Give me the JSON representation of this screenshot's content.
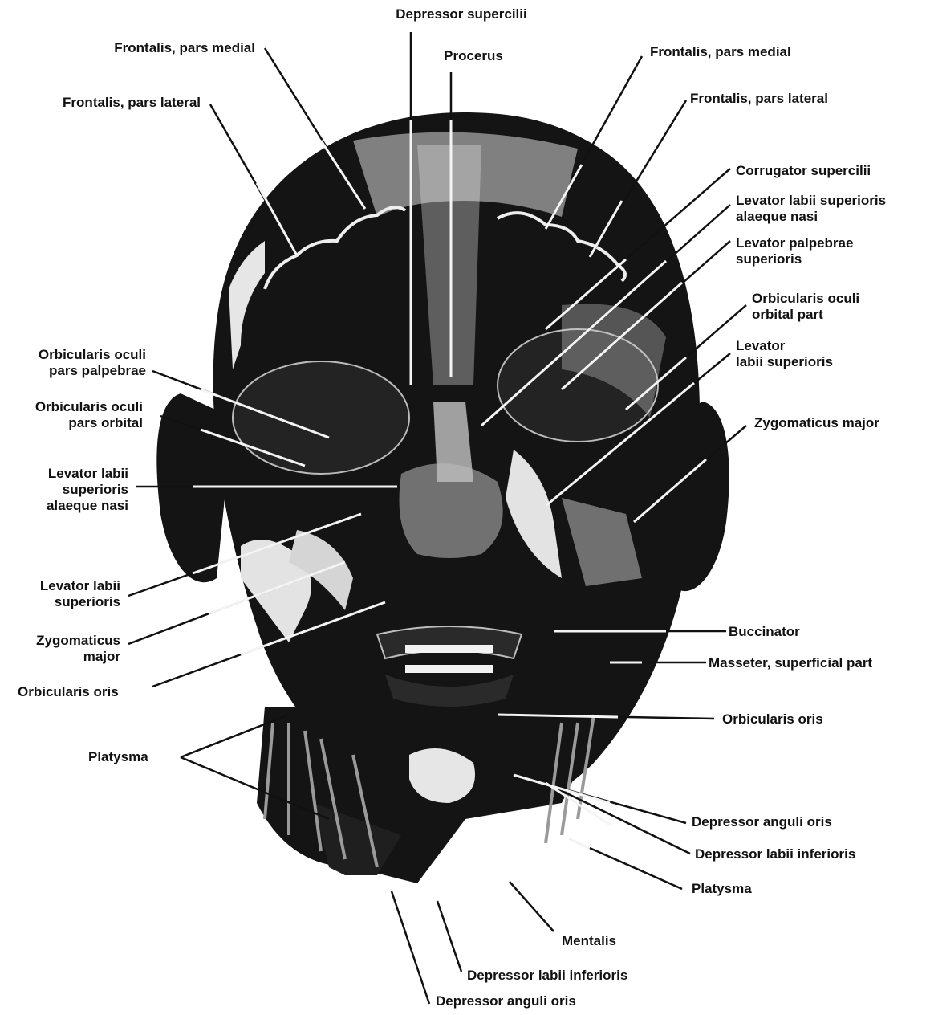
{
  "labels": {
    "depressor_supercilii": "Depressor supercilii",
    "frontalis_medial_left": "Frontalis, pars medial",
    "procerus": "Procerus",
    "frontalis_medial_right": "Frontalis, pars medial",
    "frontalis_lateral_left": "Frontalis, pars lateral",
    "frontalis_lateral_right": "Frontalis, pars lateral",
    "corrugator_supercilii": "Corrugator supercilii",
    "levator_labii_sup_alaeque_nasi_right": "Levator labii superioris\nalaeque nasi",
    "levator_palpebrae_superioris": "Levator palpebrae\nsuperioris",
    "orbicularis_oculi_orbital_right": "Orbicularis oculi\norbital part",
    "levator_labii_superioris_right": "Levator\nlabii superioris",
    "zygomaticus_major_right": "Zygomaticus major",
    "orbicularis_oculi_palpebrae_left": "Orbicularis oculi\npars palpebrae",
    "orbicularis_oculi_orbital_left": "Orbicularis oculi\npars orbital",
    "levator_labii_sup_alaeque_nasi_left": "Levator labii\nsuperioris\nalaeque nasi",
    "levator_labii_superioris_left": "Levator labii\nsuperioris",
    "zygomaticus_major_left": "Zygomaticus\nmajor",
    "orbicularis_oris_left": "Orbicularis oris",
    "buccinator": "Buccinator",
    "masseter_superficial": "Masseter, superficial part",
    "orbicularis_oris_right": "Orbicularis oris",
    "platysma_left": "Platysma",
    "depressor_anguli_oris_right": "Depressor anguli oris",
    "depressor_labii_inferioris_right": "Depressor labii inferioris",
    "platysma_right": "Platysma",
    "mentalis": "Mentalis",
    "depressor_labii_inferioris_bottom": "Depressor labii inferioris",
    "depressor_anguli_oris_bottom": "Depressor anguli oris"
  },
  "colors": {
    "ink": "#111111",
    "muscle_dark": "#141414",
    "highlight": "#f2f2f2",
    "background": "#ffffff"
  }
}
